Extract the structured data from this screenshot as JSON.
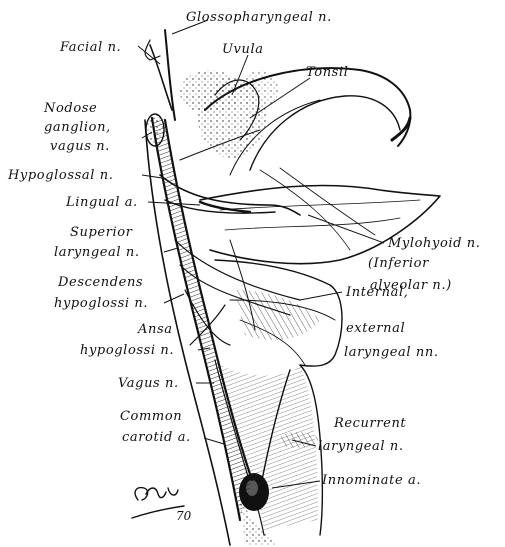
{
  "labels": {
    "glossopharyngeal": "Glossopharyngeal n.",
    "facial": "Facial n.",
    "uvula": "Uvula",
    "tonsil": "Tonsil",
    "nodose_1": "Nodose",
    "nodose_2": "ganglion,",
    "nodose_3": "vagus n.",
    "hypoglossal": "Hypoglossal n.",
    "lingual": "Lingual a.",
    "superior_1": "Superior",
    "superior_2": "laryngeal n.",
    "mylohyoid_1": "Mylohyoid n.",
    "mylohyoid_2": "(Inferior",
    "mylohyoid_3": "alveolar n.)",
    "descendens_1": "Descendens",
    "descendens_2": "hypoglossi n.",
    "ansa_1": "Ansa",
    "ansa_2": "hypoglossi n.",
    "internal_1": "Internal,",
    "internal_2": "external",
    "internal_3": "laryngeal nn.",
    "vagus": "Vagus n.",
    "common_1": "Common",
    "common_2": "carotid a.",
    "recurrent_1": "Recurrent",
    "recurrent_2": "laryngeal n.",
    "innominate": "Innominate a.",
    "signature_1": "Grib",
    "signature_2": "70"
  }
}
